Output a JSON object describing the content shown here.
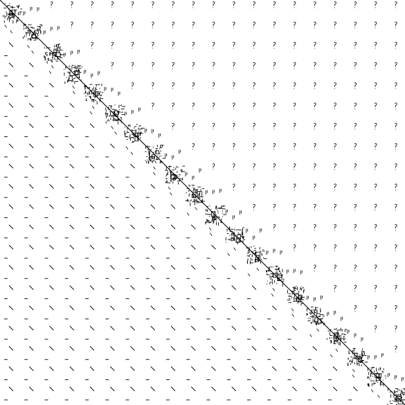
{
  "figure": {
    "kind": "sparse matrix sparsity pattern",
    "background_color": "#ffffff",
    "ink_color": "#000000",
    "grid_on": false,
    "axes_visible": false
  },
  "pattern": {
    "diagonal_blocks": 20,
    "far_field_rows": 20,
    "far_field_cols": 20
  }
}
